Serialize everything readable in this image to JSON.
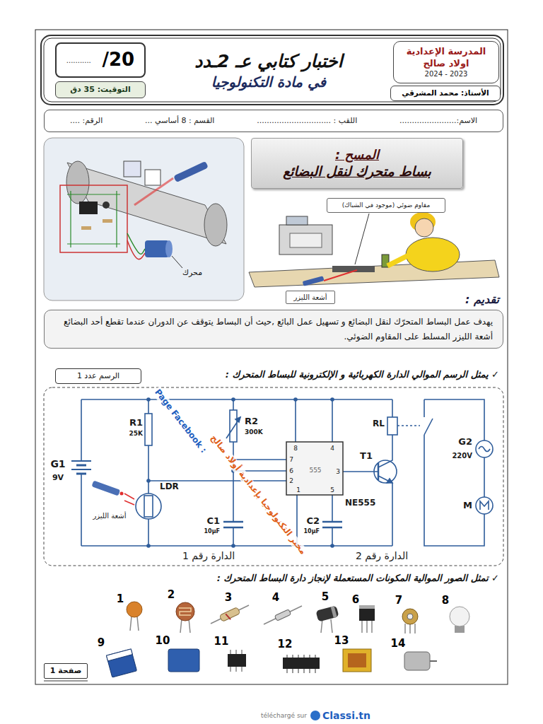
{
  "diagram": {
    "nodes": [
      {
        "text": [
          "المدرسة الإعدادية اولاد صالح",
          "2023 - 2024"
        ]
      },
      {
        "text": [
          "الأستاذ: محمد المشرقي"
        ]
      },
      {
        "text": [
          "اختبار كتابي عـ 2ـدد",
          "في مادة التكنولوجيا"
        ]
      },
      {
        "text": [
          "...........",
          "/20"
        ]
      },
      {
        "text": [
          "التوقيت: 35 دق"
        ]
      },
      {
        "text": [
          "الاسم:.......................",
          "اللقب : ..............................",
          "القسم : 8 أساسي ...",
          "الرقم: ...."
        ]
      },
      {
        "text": [
          "المسح :",
          "بساط متحرك لنقل البضائع"
        ]
      },
      {
        "text": [
          "مقاوم ضوئي (موجود في الشباك)"
        ]
      },
      {
        "text": [
          "أشعة الليزر"
        ]
      },
      {
        "text": [
          "يهدف عمل البساط المتحرّك لنقل البضائع و تسهيل عمل البائع ,حيث أن البساط يتوقف عن الدوران عندما تقطع أحد البضائع أشعة الليزر المسلط على المقاوم الضوئي."
        ]
      },
      {
        "text": [
          "الرسم عدد 1"
        ]
      },
      {
        "text": [
          "صفحة 1"
        ]
      }
    ],
    "labels": [
      "محرك",
      "تقديم :",
      "✓ يمثل الرسم الموالي الدارة الكهربائية و الإلكترونية للبساط المتحرك :",
      "R1",
      "25K",
      "R2",
      "300K",
      "G1",
      "9V",
      "LDR",
      "أشعة الليزر",
      "C1",
      "10µF",
      "C2",
      "10µF",
      "8",
      "4",
      "7",
      "6",
      "2",
      "1",
      "5",
      "3",
      "555",
      "NE555",
      "T1",
      "RL",
      "G2",
      "220V",
      "M",
      "الدارة رقم 1",
      "الدارة رقم 2",
      "Page Facebook :",
      "مخبر التكنولوجيا بإعدادية أولاد صالح",
      "✓ تمثل الصور الموالية المكونات المستعملة لإنجاز دارة البساط المتحرك :",
      "1",
      "2",
      "3",
      "4",
      "5",
      "6",
      "7",
      "8",
      "9",
      "10",
      "11",
      "12",
      "13",
      "14",
      "téléchargé sur",
      "Classi.tn"
    ]
  }
}
